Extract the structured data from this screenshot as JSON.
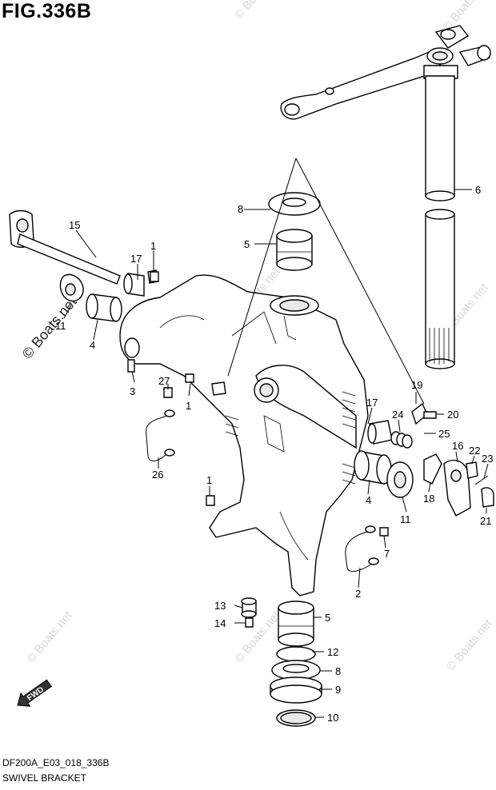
{
  "figure": {
    "title": "FIG.336B",
    "code": "DF200A_E03_018_336B",
    "name": "SWIVEL BRACKET"
  },
  "watermark": {
    "main": "© Boats.net",
    "tile": "© Boats.net"
  },
  "direction": {
    "label": "FWD"
  },
  "callouts": [
    {
      "id": "c1",
      "label": "1"
    },
    {
      "id": "c2",
      "label": "1"
    },
    {
      "id": "c3",
      "label": "1"
    },
    {
      "id": "c4",
      "label": "2"
    },
    {
      "id": "c5",
      "label": "3"
    },
    {
      "id": "c6",
      "label": "4"
    },
    {
      "id": "c7",
      "label": "4"
    },
    {
      "id": "c8",
      "label": "5"
    },
    {
      "id": "c9",
      "label": "5"
    },
    {
      "id": "c10",
      "label": "6"
    },
    {
      "id": "c11",
      "label": "7"
    },
    {
      "id": "c12",
      "label": "8"
    },
    {
      "id": "c13",
      "label": "8"
    },
    {
      "id": "c14",
      "label": "9"
    },
    {
      "id": "c15",
      "label": "10"
    },
    {
      "id": "c16",
      "label": "11"
    },
    {
      "id": "c17",
      "label": "11"
    },
    {
      "id": "c18",
      "label": "12"
    },
    {
      "id": "c19",
      "label": "13"
    },
    {
      "id": "c20",
      "label": "14"
    },
    {
      "id": "c21",
      "label": "15"
    },
    {
      "id": "c22",
      "label": "16"
    },
    {
      "id": "c23",
      "label": "17"
    },
    {
      "id": "c24",
      "label": "17"
    },
    {
      "id": "c25",
      "label": "18"
    },
    {
      "id": "c26",
      "label": "19"
    },
    {
      "id": "c27",
      "label": "20"
    },
    {
      "id": "c28",
      "label": "21"
    },
    {
      "id": "c29",
      "label": "22"
    },
    {
      "id": "c30",
      "label": "23"
    },
    {
      "id": "c31",
      "label": "24"
    },
    {
      "id": "c32",
      "label": "25"
    },
    {
      "id": "c33",
      "label": "26"
    },
    {
      "id": "c34",
      "label": "27"
    }
  ]
}
